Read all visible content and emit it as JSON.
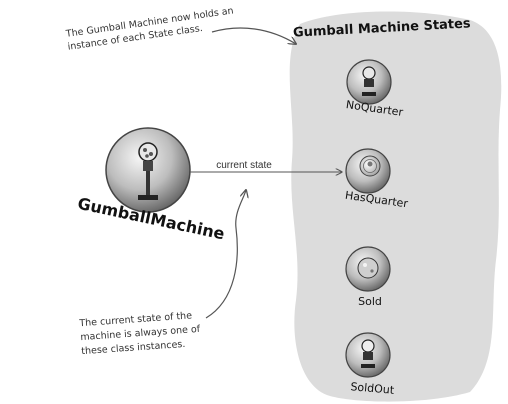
{
  "header": {
    "title": "Gumball Machine States"
  },
  "annotations": {
    "top_line1": "The Gumball Machine now holds an",
    "top_line2": "instance of each State class.",
    "bottom_line1": "The current state of the",
    "bottom_line2": "machine is always one of",
    "bottom_line3": "these class instances."
  },
  "context": {
    "label": "GumballMachine",
    "icon": "gumball-machine-icon"
  },
  "connector": {
    "label": "current state"
  },
  "states": [
    {
      "label": "NoQuarter",
      "icon": "gumball-machine-icon"
    },
    {
      "label": "HasQuarter",
      "icon": "quarter-coin-icon"
    },
    {
      "label": "Sold",
      "icon": "gumball-icon"
    },
    {
      "label": "SoldOut",
      "icon": "empty-gumball-machine-icon"
    }
  ],
  "colors": {
    "blob": "#dcdcdc",
    "sphere_dark": "#6a6a6a",
    "sphere_light": "#f4f4f4",
    "line": "#555555"
  }
}
